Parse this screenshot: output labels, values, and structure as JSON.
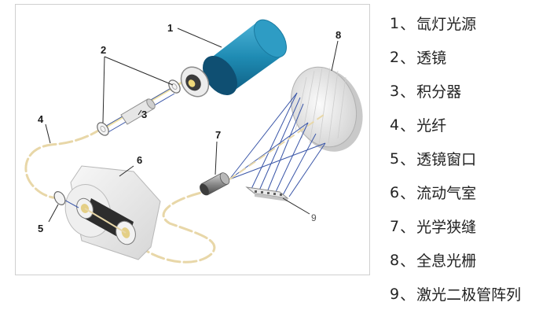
{
  "figure": {
    "callouts": [
      "1",
      "2",
      "3",
      "4",
      "5",
      "6",
      "7",
      "8",
      "9"
    ]
  },
  "legend": {
    "separator": "、",
    "items": [
      {
        "num": "1",
        "label": "氙灯光源"
      },
      {
        "num": "2",
        "label": "透镜"
      },
      {
        "num": "3",
        "label": "积分器"
      },
      {
        "num": "4",
        "label": "光纤"
      },
      {
        "num": "5",
        "label": "透镜窗口"
      },
      {
        "num": "6",
        "label": "流动气室"
      },
      {
        "num": "7",
        "label": "光学狭缝"
      },
      {
        "num": "8",
        "label": "全息光栅"
      },
      {
        "num": "9",
        "label": "激光二极管阵列"
      }
    ]
  },
  "colors": {
    "lamp_body": "#1f8cb4",
    "lamp_cap": "#0f4f72",
    "fiber": "#e8d7a8",
    "beam": "#3a56a8",
    "housing": "#eeeeee"
  }
}
